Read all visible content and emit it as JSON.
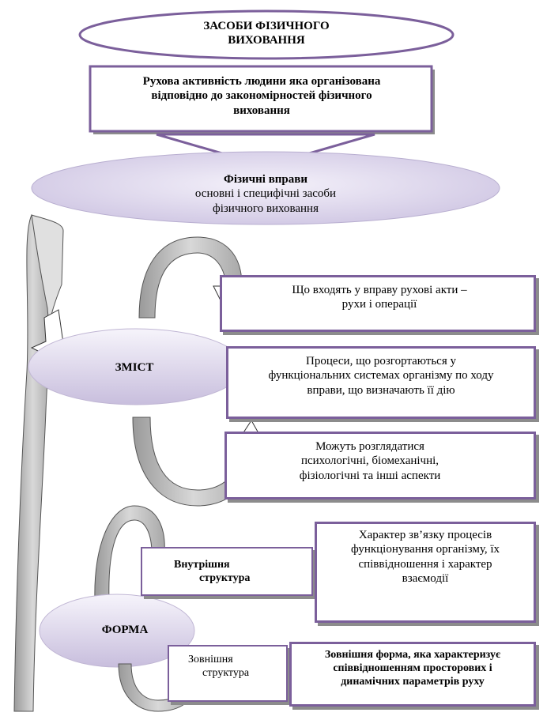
{
  "title_line1": "ЗАСОБИ ФІЗИЧНОГО",
  "title_line2": "ВИХОВАННЯ",
  "definition": {
    "line1": "Рухова активність людини яка організована",
    "line2": "відповідно до закономірностей фізичного",
    "line3": "виховання"
  },
  "exercises": {
    "title": "Фізичні  вправи",
    "line1": "основні і специфічні засоби",
    "line2": "фізичного виховання"
  },
  "content": {
    "label": "ЗМІСТ",
    "item1": {
      "line1": "Що входять у вправу рухові акти –",
      "line2": "рухи  і операції"
    },
    "item2": {
      "line1": "Процеси, що розгортаються у",
      "line2": "функціональних системах організму по ходу",
      "line3": "вправи, що визначають її дію"
    },
    "item3": {
      "line1": "Можуть розглядатися",
      "line2": "психологічні, біомеханічні,",
      "line3": "фізіологічні та інші аспекти"
    }
  },
  "form": {
    "label": "ФОРМА",
    "internal": {
      "label_line1": "Внутрішня",
      "label_line2": "структура",
      "desc_line1": "Характер зв’язку процесів",
      "desc_line2": "функціонування організму, їх",
      "desc_line3": "співвідношення і характер",
      "desc_line4": "взаємодії"
    },
    "external": {
      "label_line1": "Зовнішня",
      "label_line2": "структура",
      "desc_line1": "Зовнішня форма, яка характеризує",
      "desc_line2": "співвідношенням просторових і",
      "desc_line3": "динамічних параметрів руху"
    }
  },
  "colors": {
    "frame": "#7b5f9b",
    "shadow": "#8c8c8c",
    "ellipse_fill": "#dcd6ea",
    "arrow_fill": "#c9c9c9"
  }
}
